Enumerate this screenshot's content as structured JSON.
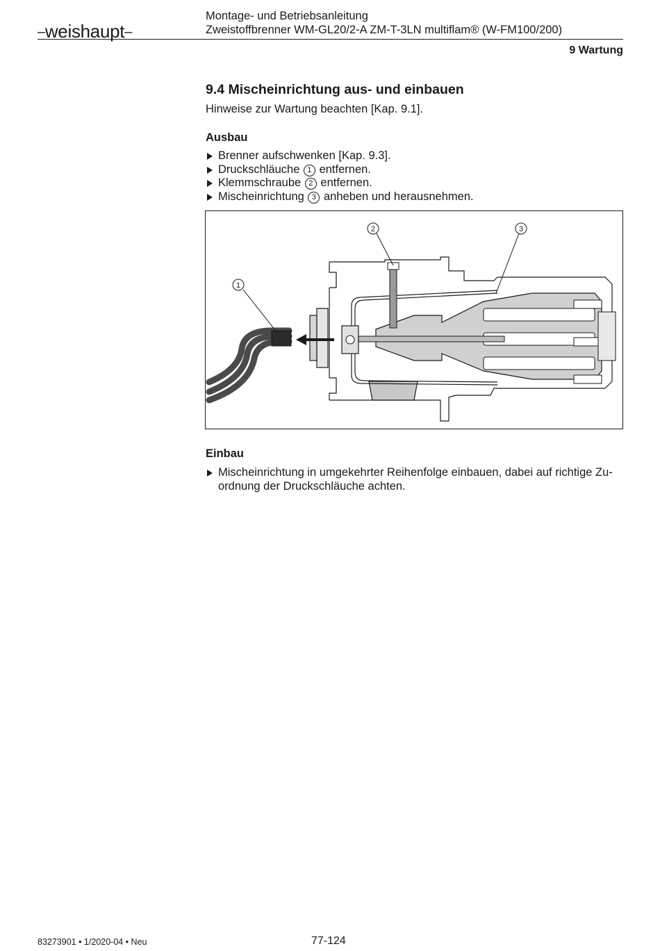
{
  "header": {
    "logo": "weishaupt",
    "title_line1": "Montage- und Betriebsanleitung",
    "title_line2": "Zweistoffbrenner WM-GL20/2-A ZM-T-3LN multiflam® (W-FM100/200)",
    "section": "9 Wartung"
  },
  "content": {
    "heading": "9.4 Mischeinrichtung aus- und einbauen",
    "intro": "Hinweise zur Wartung beachten [Kap. 9.1].",
    "ausbau": {
      "title": "Ausbau",
      "steps": [
        {
          "pre": "Brenner aufschwenken [Kap. 9.3].",
          "num": "",
          "post": ""
        },
        {
          "pre": "Druckschläuche",
          "num": "1",
          "post": "entfernen."
        },
        {
          "pre": "Klemmschraube",
          "num": "2",
          "post": "entfernen."
        },
        {
          "pre": "Mischeinrichtung",
          "num": "3",
          "post": "anheben und herausnehmen."
        }
      ]
    },
    "figure": {
      "callouts": [
        "1",
        "2",
        "3"
      ]
    },
    "einbau": {
      "title": "Einbau",
      "step_line1": "Mischeinrichtung in umgekehrter Reihenfolge einbauen, dabei auf richtige Zu-",
      "step_line2": "ordnung der Druckschläuche achten."
    }
  },
  "footer": {
    "doc_number": "83273901 • 1/2020-04 • Neu",
    "page": "77-124"
  }
}
